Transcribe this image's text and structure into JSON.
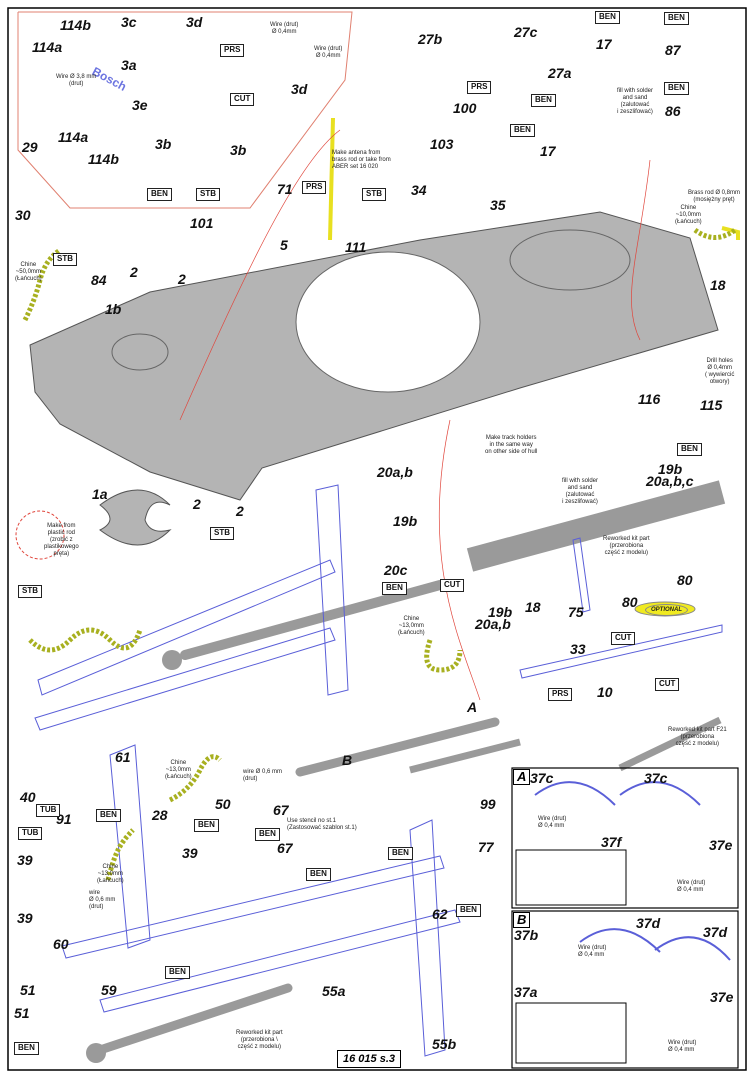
{
  "sheet_code": "16 015 s.3",
  "logo_text": "Bosch",
  "parts": [
    "114b",
    "3c",
    "3d",
    "114a",
    "3a",
    "3e",
    "114a",
    "114b",
    "3b",
    "3b",
    "3d",
    "29",
    "30",
    "27b",
    "27c",
    "27a",
    "100",
    "103",
    "34",
    "35",
    "17",
    "17",
    "87",
    "86",
    "71",
    "111",
    "101",
    "84",
    "2",
    "2",
    "1b",
    "5",
    "18",
    "116",
    "115",
    "19b",
    "20a,b,c",
    "1a",
    "2",
    "2",
    "20a,b",
    "19b",
    "20c",
    "19b",
    "20a,b",
    "18",
    "75",
    "80",
    "80",
    "33",
    "10",
    "A",
    "B",
    "61",
    "40",
    "91",
    "28",
    "39",
    "39",
    "60",
    "59",
    "50",
    "67",
    "67",
    "39",
    "99",
    "77",
    "62",
    "51",
    "51",
    "55a",
    "55b"
  ],
  "tags": [
    "PRS",
    "CUT",
    "BEN",
    "STB",
    "PRS",
    "BEN",
    "BEN",
    "BEN",
    "BEN",
    "BEN",
    "STB",
    "PRS",
    "STB",
    "STB",
    "STB",
    "BEN",
    "BEN",
    "CUT",
    "CUT",
    "PRS",
    "CUT",
    "TUB",
    "TUB",
    "BEN",
    "BEN",
    "BEN",
    "BEN",
    "BEN",
    "BEN",
    "BEN",
    "BEN"
  ],
  "notes": [
    "Wire (drut)\nØ 0,4mm",
    "Wire (drut)\nØ 0,4mm",
    "Wire Ø 3,8 mm\n(drut)",
    "Make antena from\nbrass rod or take from\nABER set 16 020",
    "fill with solder\nand sand\n(zalutować\ni zeszlifować)",
    "Brass rod Ø 0,8mm\n(mosiężny pręt)",
    "Chine\n~10,0mm\n(Łańcuch)",
    "Chine\n~50,0mm\n(Łańcuch)",
    "Drill holes\nØ 0,4mm\n( wywiercić\notwory)",
    "Make from\nplastic rod\n(zrobić z\nplastikowego\npręta)",
    "Make track holders\nin the same way\non other side of hull",
    "fill with solder\nand sand\n(zalutować\ni zeszlifować)",
    "Reworked kit part\n(przerobiona\nczęść z modelu)",
    "Chine\n~13,0mm\n(Łańcuch)",
    "Reworked kit part F21\n(przerobiona\nczęść z modelu)",
    "Chine\n~13,0mm\n(Łańcuch)",
    "wire Ø 0,6 mm\n(drut)",
    "Use stencil no st.1\n(Zastosować szablon st.1)",
    "Chine\n~13,0mm\n(Łańcuch)",
    "wire\nØ 0,6 mm\n(drut)",
    "Reworked kit part\n(przerobiona \\\nczęść z modelu)"
  ],
  "optional_label": "OPTIONAL",
  "details": {
    "a": {
      "label": "A",
      "parts": [
        "37c",
        "37c",
        "37f",
        "37e"
      ],
      "notes": [
        "Wire (drut)\nØ 0,4 mm",
        "Wire (drut)\nØ 0,4 mm"
      ]
    },
    "b": {
      "label": "B",
      "parts": [
        "37b",
        "37d",
        "37d",
        "37a",
        "37e"
      ],
      "notes": [
        "Wire (drut)\nØ 0,4 mm",
        "Wire (drut)\nØ 0,4 mm"
      ]
    }
  },
  "colors": {
    "part_outline": "#5a5fd8",
    "hull": "#b4b4b4",
    "callout_line": "#e0463c",
    "chain": "#a8b020",
    "antenna": "#e8e020",
    "text": "#111111"
  }
}
